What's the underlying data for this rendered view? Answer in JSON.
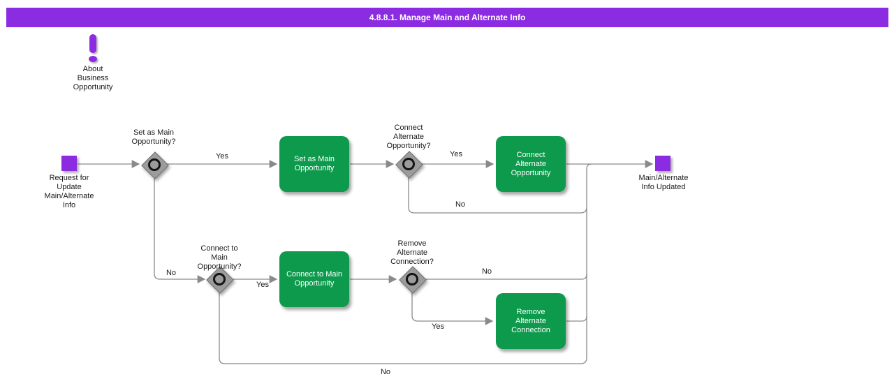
{
  "title": "4.8.8.1. Manage Main and Alternate Info",
  "note": {
    "label": "About\nBusiness\nOpportunity"
  },
  "start": {
    "label": "Request for\nUpdate\nMain/Alternate\nInfo"
  },
  "end": {
    "label": "Main/Alternate\nInfo Updated"
  },
  "decisions": [
    {
      "question": "Set as Main\nOpportunity?",
      "yes": "Yes",
      "no": "No"
    },
    {
      "question": "Connect\nAlternate\nOpportunity?",
      "yes": "Yes",
      "no": "No"
    },
    {
      "question": "Connect to\nMain\nOpportunity?",
      "yes": "Yes",
      "no": "No"
    },
    {
      "question": "Remove\nAlternate\nConnection?",
      "yes": "Yes",
      "no": "No"
    }
  ],
  "tasks": [
    {
      "label": "Set as Main\nOpportunity"
    },
    {
      "label": "Connect\nAlternate\nOpportunity"
    },
    {
      "label": "Connect to Main\nOpportunity"
    },
    {
      "label": "Remove\nAlternate\nConnection"
    }
  ],
  "colors": {
    "header": "#8B2BE2",
    "event_node": "#8B2BE2",
    "task_fill": "#0E9A4D",
    "decision_fill": "#9C9C9C",
    "connector": "#8A8A8A"
  }
}
